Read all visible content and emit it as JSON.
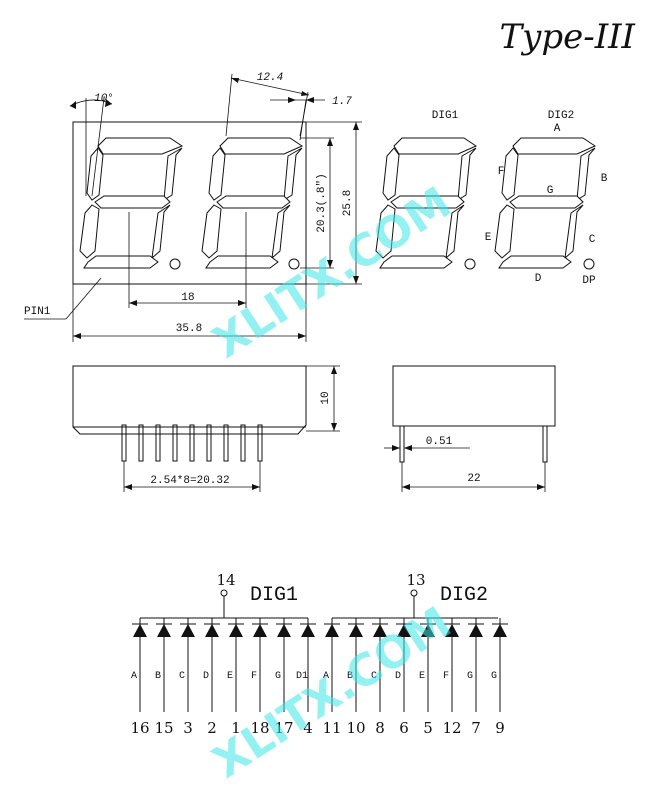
{
  "title": "Type-III",
  "front_view": {
    "angle_label": "10°",
    "width_label": "12.4",
    "offset_label": "1.7",
    "height_label": "25.8",
    "digit_height_label": "20.3(.8\")",
    "pitch_label": "18",
    "total_width_label": "35.8",
    "pin1_label": "PIN1"
  },
  "segment_view": {
    "dig1_label": "DIG1",
    "dig2_label": "DIG2",
    "segments": [
      "A",
      "B",
      "C",
      "D",
      "E",
      "F",
      "G",
      "DP"
    ]
  },
  "side_view": {
    "height_label": "10",
    "pin_pitch_label": "2.54*8=20.32"
  },
  "end_view": {
    "pin_diameter_label": "0.51",
    "depth_label": "22"
  },
  "circuit": {
    "dig1": {
      "label": "DIG1",
      "common_pin": "14"
    },
    "dig2": {
      "label": "DIG2",
      "common_pin": "13"
    },
    "diodes": [
      {
        "segment": "A",
        "pin": "16"
      },
      {
        "segment": "B",
        "pin": "15"
      },
      {
        "segment": "C",
        "pin": "3"
      },
      {
        "segment": "D",
        "pin": "2"
      },
      {
        "segment": "E",
        "pin": "1"
      },
      {
        "segment": "F",
        "pin": "18"
      },
      {
        "segment": "G",
        "pin": "17"
      },
      {
        "segment": "D1",
        "pin": "4"
      },
      {
        "segment": "A",
        "pin": "11"
      },
      {
        "segment": "B",
        "pin": "10"
      },
      {
        "segment": "C",
        "pin": "8"
      },
      {
        "segment": "D",
        "pin": "6"
      },
      {
        "segment": "E",
        "pin": "5"
      },
      {
        "segment": "F",
        "pin": "12"
      },
      {
        "segment": "G",
        "pin": "7"
      },
      {
        "segment": "G",
        "pin": "9"
      }
    ]
  },
  "watermark": "XLITX.COM"
}
